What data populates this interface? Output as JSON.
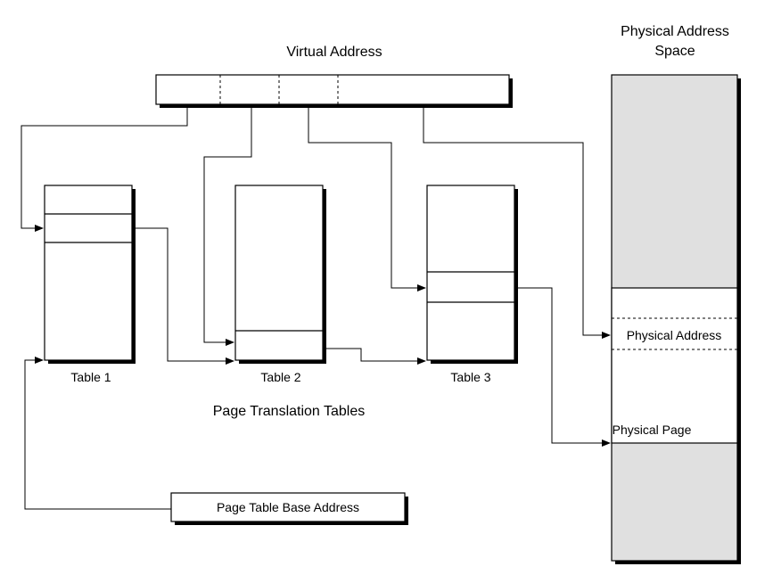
{
  "labels": {
    "virtual_address": "Virtual Address",
    "physical_space_line1": "Physical Address",
    "physical_space_line2": "Space",
    "table1": "Table 1",
    "table2": "Table 2",
    "table3": "Table 3",
    "page_translation_tables": "Page Translation Tables",
    "page_table_base_address": "Page Table Base Address",
    "physical_address": "Physical Address",
    "physical_page": "Physical Page"
  },
  "colors": {
    "stroke": "#000000",
    "physical_fill": "#e0e0e0",
    "shadow": "#000000"
  }
}
